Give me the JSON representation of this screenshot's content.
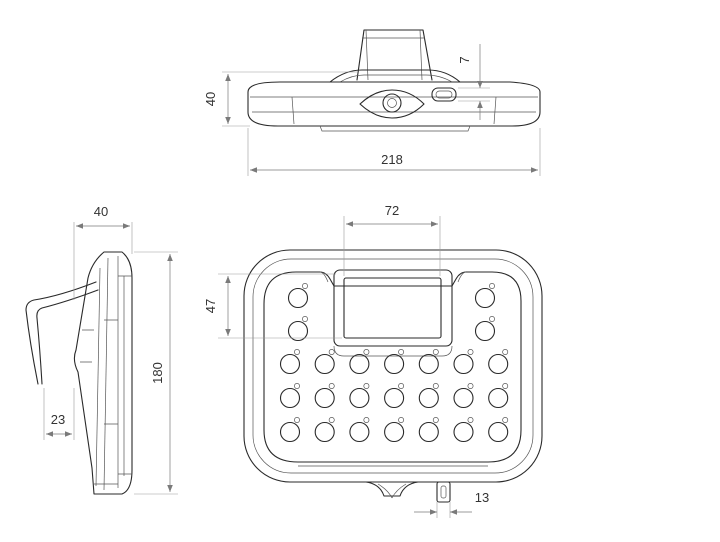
{
  "dimensions": {
    "top_width": "218",
    "top_height": "40",
    "top_plug": "7",
    "front_display_width": "72",
    "front_display_height": "47",
    "front_connector": "13",
    "side_depth": "40",
    "side_height": "180",
    "side_clip": "23"
  },
  "keypad": {
    "rows": 3,
    "columns": 7,
    "side_buttons_per_column": 2
  }
}
